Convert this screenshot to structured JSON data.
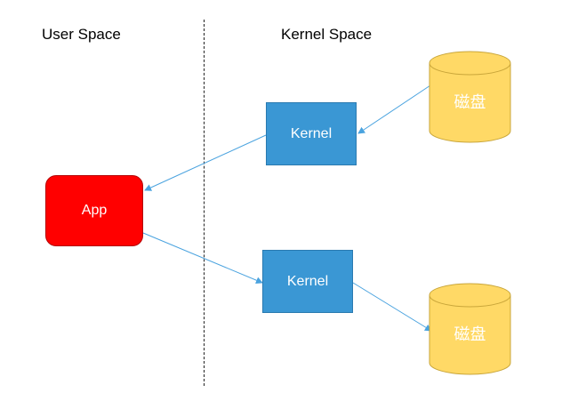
{
  "diagram": {
    "user_space_label": "User Space",
    "kernel_space_label": "Kernel Space",
    "app_label": "App",
    "kernel_top_label": "Kernel",
    "kernel_bottom_label": "Kernel",
    "disk_top_label": "磁盘",
    "disk_bottom_label": "磁盘"
  },
  "colors": {
    "app": "#ff0000",
    "kernel": "#3a97d4",
    "disk": "#ffd966",
    "arrow": "#4aa3df"
  }
}
